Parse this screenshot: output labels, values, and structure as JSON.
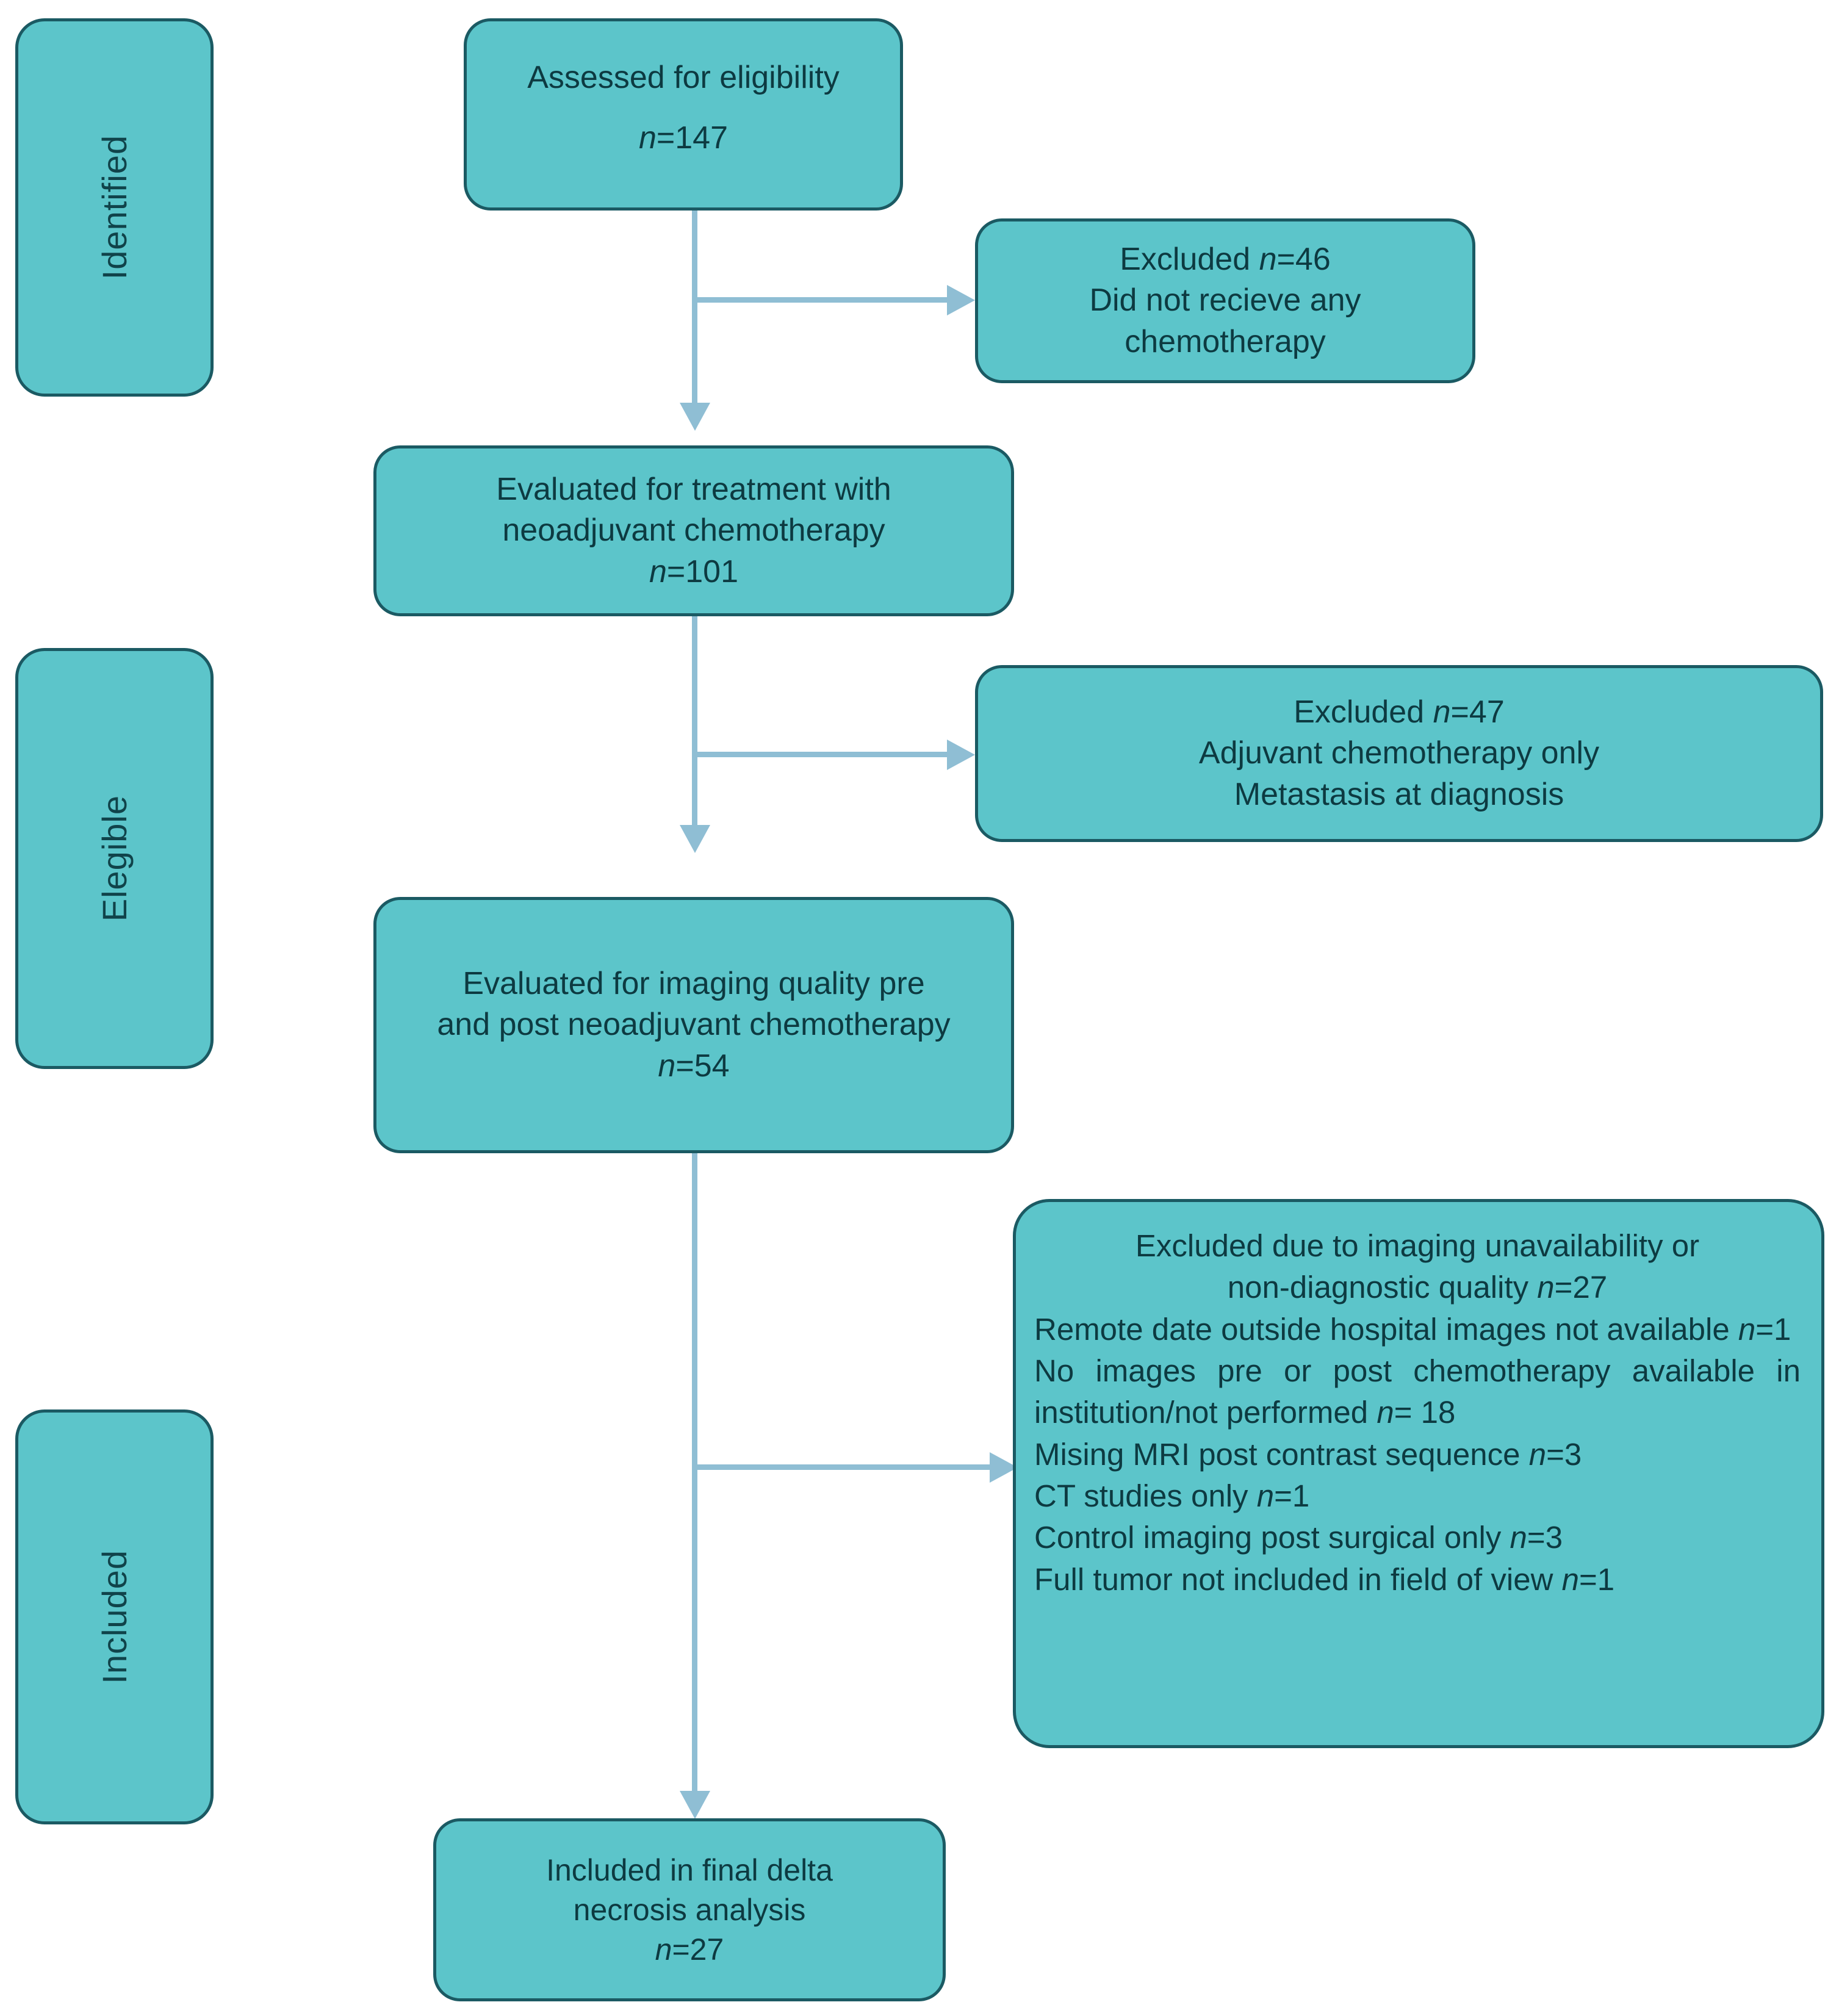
{
  "diagram": {
    "title": "Patient selection flow diagram",
    "colors": {
      "box_fill": "#5cc5ca",
      "box_border": "#1b5a63",
      "connector": "#8fbed4",
      "text": "#0d3a41",
      "background": "#ffffff"
    }
  },
  "stages": [
    {
      "label": "Identified"
    },
    {
      "label": "Elegible"
    },
    {
      "label": "Included"
    }
  ],
  "nodes": {
    "assessed": {
      "lines": [
        "Assessed for eligibility",
        "n=147"
      ],
      "line1": "Assessed for eligibility",
      "n_prefix": "n",
      "n_value": "=147"
    },
    "excluded_1": {
      "lines": [
        "Excluded n=46",
        "Did not recieve any",
        "chemotherapy"
      ],
      "head_text": "Excluded ",
      "head_n": "n",
      "head_value": "=46",
      "line2": "Did not recieve any",
      "line3": "chemotherapy"
    },
    "evaluated_treatment": {
      "line1": "Evaluated for treatment with",
      "line2": "neoadjuvant chemotherapy",
      "n_prefix": "n",
      "n_value": "=101"
    },
    "excluded_2": {
      "head_text": "Excluded ",
      "head_n": "n",
      "head_value": "=47",
      "line2": "Adjuvant chemotherapy only",
      "line3": "Metastasis at diagnosis"
    },
    "evaluated_imaging": {
      "line1": "Evaluated for imaging quality pre",
      "line2": "and post neoadjuvant chemotherapy",
      "n_prefix": "n",
      "n_value": "=54"
    },
    "excluded_3": {
      "header_line1": "Excluded due to imaging unavailability or",
      "header_line2_text": "non-diagnostic quality ",
      "header_line2_n": "n",
      "header_line2_value": "=27",
      "reasons": [
        {
          "text": "Remote date outside hospital images not available ",
          "n": "n",
          "value": "=1",
          "justify": true
        },
        {
          "text": "No images pre or post chemotherapy available in institution/not performed ",
          "n": "n",
          "value": "= 18",
          "justify": true
        },
        {
          "text": "Mising MRI post contrast sequence ",
          "n": "n",
          "value": "=3",
          "justify": false
        },
        {
          "text": "CT studies only ",
          "n": "n",
          "value": "=1",
          "justify": false
        },
        {
          "text": "Control imaging post surgical only ",
          "n": "n",
          "value": "=3",
          "justify": false
        },
        {
          "text": "Full tumor not included in field of view ",
          "n": "n",
          "value": "=1",
          "justify": false
        }
      ]
    },
    "included_final": {
      "line1": "Included in final delta",
      "line2": "necrosis analysis",
      "n_prefix": "n",
      "n_value": "=27"
    }
  }
}
